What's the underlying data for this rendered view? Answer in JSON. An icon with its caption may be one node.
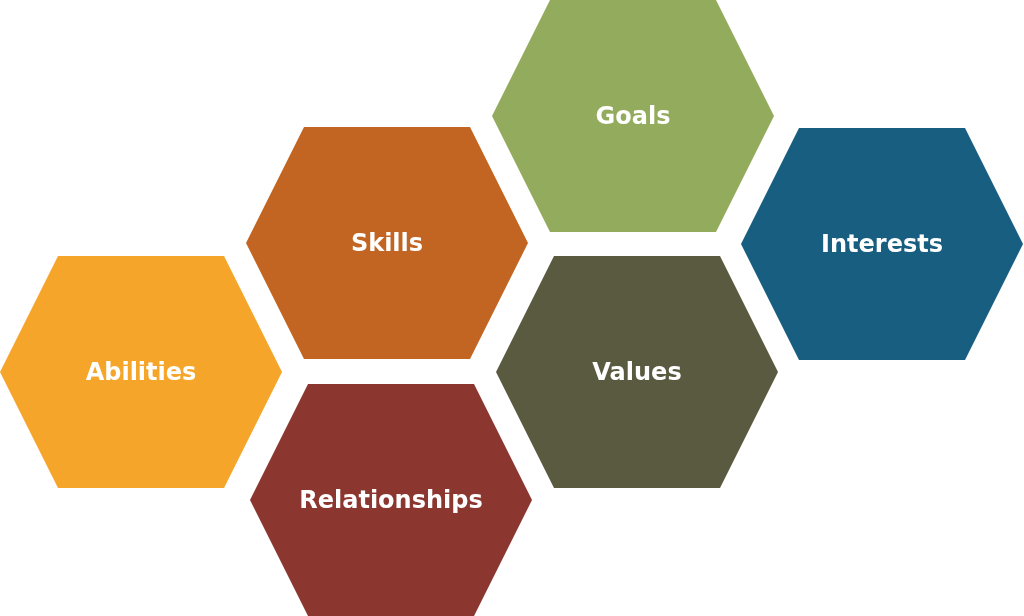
{
  "diagram": {
    "nodes": [
      {
        "text": [
          "Goals"
        ]
      },
      {
        "text": [
          "Skills"
        ]
      },
      {
        "text": [
          "Interests"
        ]
      },
      {
        "text": [
          "Abilities"
        ]
      },
      {
        "text": [
          "Values"
        ]
      },
      {
        "text": [
          "Relationships"
        ]
      }
    ],
    "edges": []
  }
}
